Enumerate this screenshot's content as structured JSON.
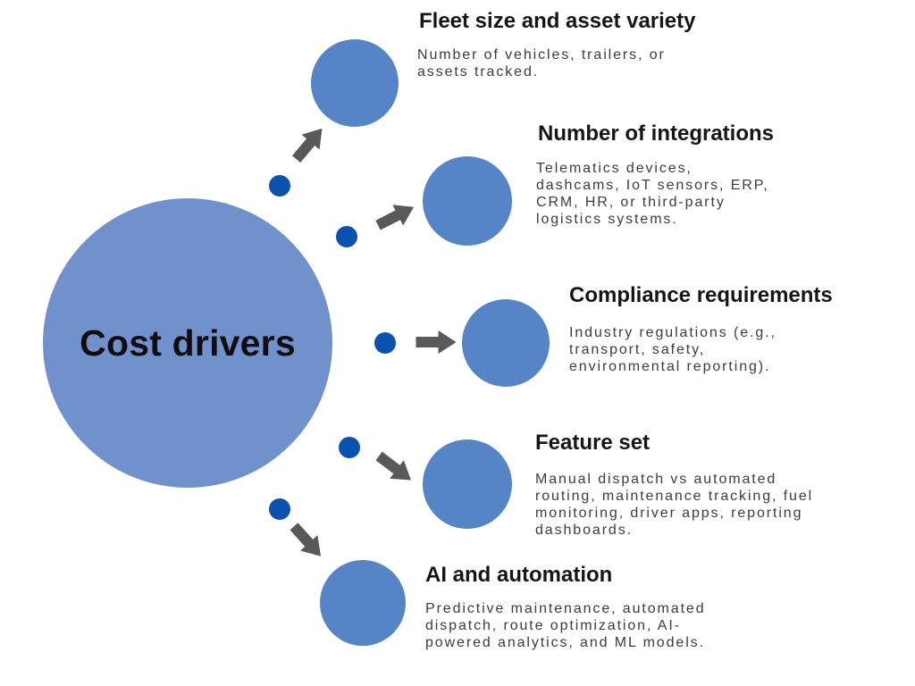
{
  "diagram": {
    "type": "radial-mindmap",
    "background": "#ffffff"
  },
  "center": {
    "label": "Cost drivers"
  },
  "colors": {
    "center_circle": "#7191CD",
    "branch_circle": "#5584C7",
    "connector_dot": "#0B51AF",
    "arrow": "#595959",
    "title_text": "#161616",
    "description_text": "#3C3C3C"
  },
  "branches": [
    {
      "title": "Fleet size and asset variety",
      "description": "Number of vehicles, trailers, or\nassets tracked."
    },
    {
      "title": "Number of integrations",
      "description": "Telematics devices,\ndashcams, IoT sensors, ERP,\nCRM, HR, or third-party\nlogistics systems."
    },
    {
      "title": "Compliance requirements",
      "description": "Industry regulations (e.g.,\ntransport, safety,\nenvironmental reporting)."
    },
    {
      "title": "Feature set",
      "description": "Manual dispatch vs automated\nrouting, maintenance tracking, fuel\nmonitoring, driver apps, reporting\ndashboards."
    },
    {
      "title": "AI and automation",
      "description": "Predictive maintenance, automated\ndispatch, route optimization, AI-\npowered analytics, and ML models."
    }
  ]
}
